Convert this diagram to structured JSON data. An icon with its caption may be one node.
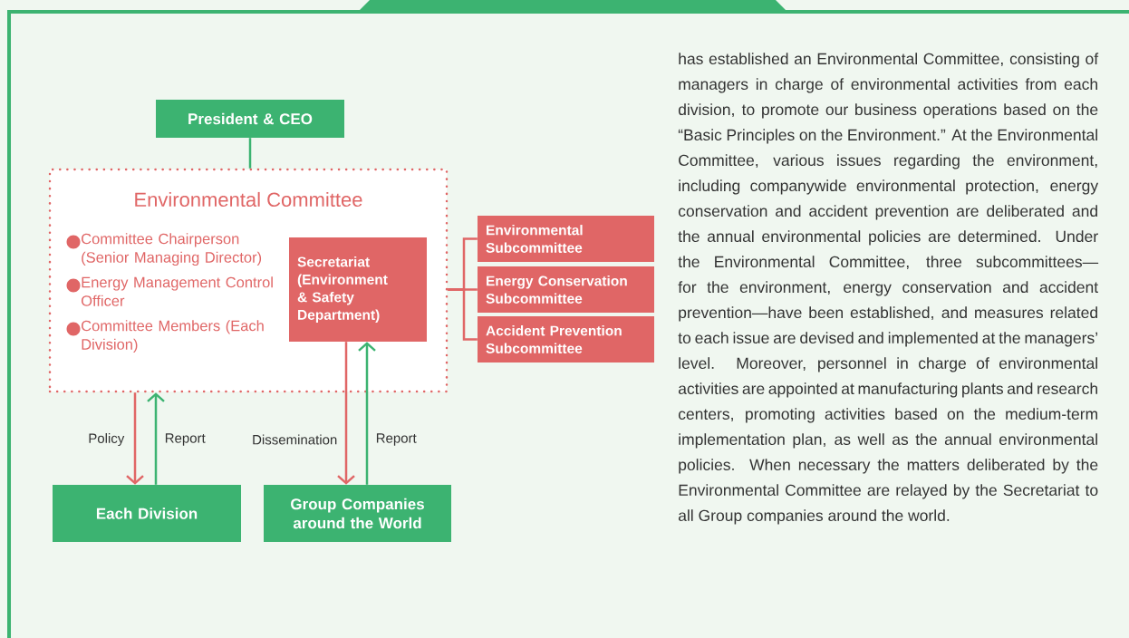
{
  "diagram": {
    "nodes": [
      {
        "text": [
          "President & CEO"
        ]
      },
      {
        "text": [
          "Environmental Committee",
          "Committee Chairperson (Senior Managing Director)",
          "Energy Management Control Officer",
          "Committee Members (Each Division)"
        ]
      },
      {
        "text": [
          "Secretariat (Environment & Safety Department)"
        ],
        "in": 1
      },
      {
        "text": [
          "Environmental Subcommittee"
        ]
      },
      {
        "text": [
          "Energy Conservation Subcommittee"
        ]
      },
      {
        "text": [
          "Accident Prevention Subcommittee"
        ]
      },
      {
        "text": [
          "Each Division"
        ]
      },
      {
        "text": [
          "Group Companies around the World"
        ]
      }
    ],
    "edges": [
      {
        "from": 0,
        "to": 1,
        "arrow": "none",
        "color": "#3cb371"
      },
      {
        "from": 1,
        "to": 3,
        "arrow": "none"
      },
      {
        "from": 1,
        "to": 4,
        "arrow": "none"
      },
      {
        "from": 1,
        "to": 5,
        "arrow": "none"
      },
      {
        "from": 1,
        "to": 6,
        "arrow": "to",
        "label": "Policy"
      },
      {
        "from": 6,
        "to": 1,
        "arrow": "to",
        "label": "Report",
        "color": "#3cb371"
      },
      {
        "from": 2,
        "to": 7,
        "arrow": "to",
        "label": "Dissemination"
      },
      {
        "from": 7,
        "to": 2,
        "arrow": "to",
        "label": "Report",
        "color": "#3cb371"
      }
    ],
    "labels": [
      "has established an Environmental Committee, consisting of managers in charge of environmental activities from each division, to promote our business operations based on the “Basic Principles on the Environment.” At the Environmental Committee, various issues regarding the environment, including companywide environmental protection, energy conservation and accident prevention are deliberated and the annual environmental policies are determined. Under the Environmental Committee, three subcommittees—for the environment, energy conservation and accident prevention—have been established, and measures related to each issue are devised and implemented at the managers’ level. Moreover, personnel in charge of environmental activities are appointed at manufacturing plants and research centers, promoting activities based on the medium-term implementation plan, as well as the annual environmental policies. When necessary the matters deliberated by the Environmental Committee are relayed by the Secretariat to all Group companies around the world."
    ]
  }
}
